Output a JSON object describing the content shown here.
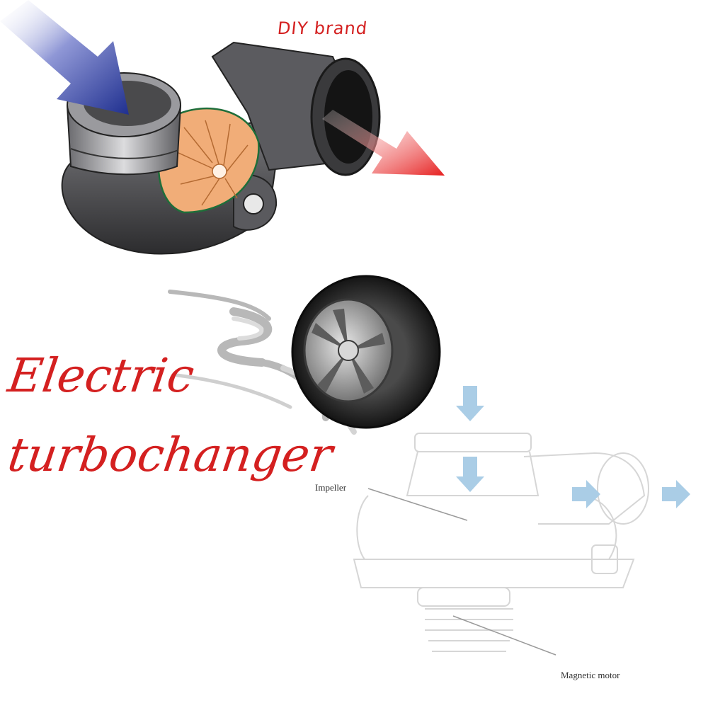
{
  "brand": "DIY brand",
  "headline": {
    "line1": "Electric",
    "line2": "turbochanger"
  },
  "labels": {
    "impeller": "Impeller",
    "motor": "Magnetic motor"
  },
  "colors": {
    "accent": "#d42020",
    "inlet_arrow": "#2a3a9a",
    "outlet_arrow": "#e02a2a",
    "body": "#4a4a4c",
    "impeller_blades": "#f2b27c",
    "flow_arrow": "#a9cde4"
  },
  "icons": [
    "turbocharger-cutaway-icon",
    "car-wheel-icon",
    "turbo-line-drawing-icon"
  ]
}
